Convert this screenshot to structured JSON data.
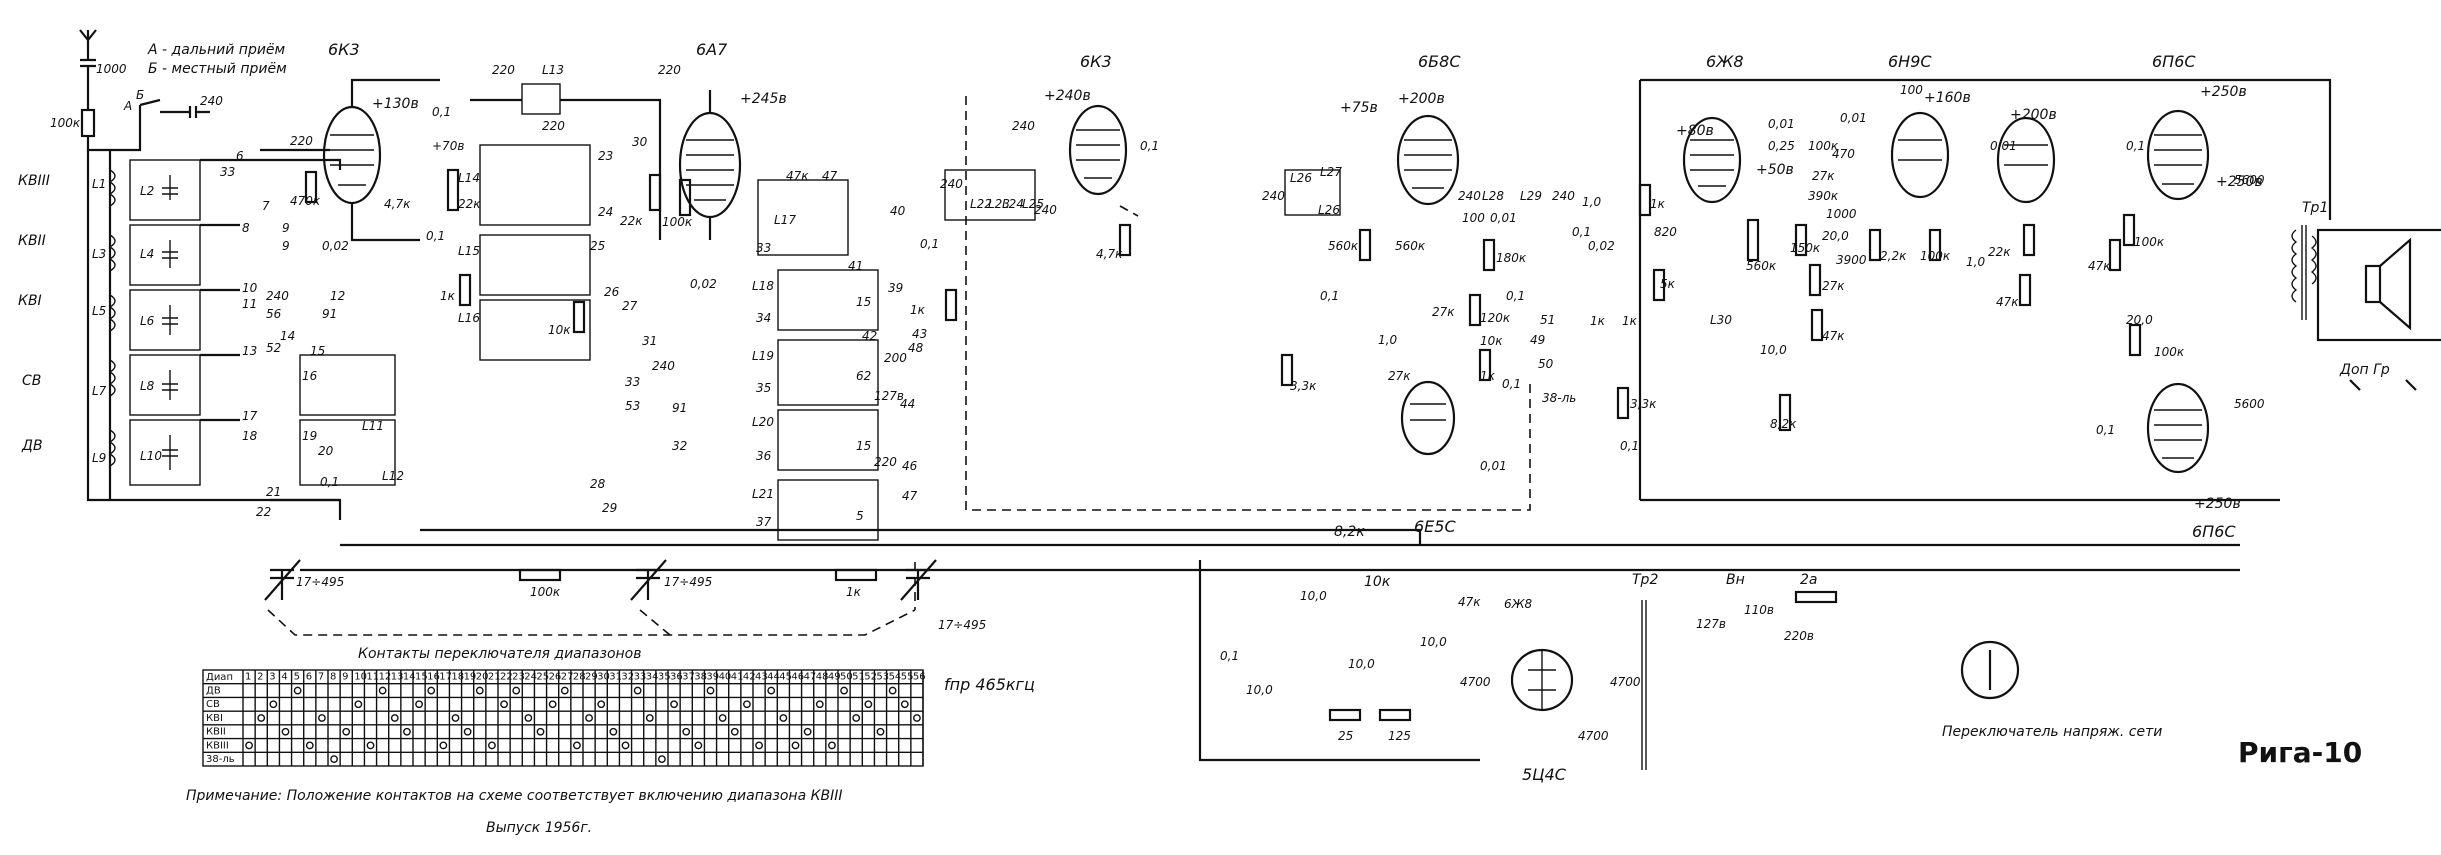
{
  "antenna": {
    "cap": "1000",
    "res": "100к",
    "switch_a": "А",
    "switch_b": "Б",
    "cap2": "240",
    "legend_a": "А - дальний приём",
    "legend_b": "Б - местный приём"
  },
  "bands": [
    "КВIII",
    "КВII",
    "КВI",
    "СВ",
    "ДВ"
  ],
  "coils": [
    "L1",
    "L2",
    "L3",
    "L4",
    "L5",
    "L6",
    "L7",
    "L8",
    "L9",
    "L10",
    "L11",
    "L12",
    "L13",
    "L14",
    "L15",
    "L16",
    "L17",
    "L18",
    "L19",
    "L20",
    "L21",
    "L22",
    "L23",
    "L24",
    "L25",
    "L26",
    "L27",
    "L28",
    "L29",
    "L30"
  ],
  "tubes": [
    {
      "type": "6К3",
      "anode": "+130в"
    },
    {
      "type": "6А7",
      "anode": "+245в"
    },
    {
      "type": "6К3",
      "anode": "+240в"
    },
    {
      "type": "6Б8С",
      "anode": "+200в"
    },
    {
      "type": "6Е5С",
      "anode": ""
    },
    {
      "type": "6Ж8",
      "anode": "+80в"
    },
    {
      "type": "6Н9С",
      "anode": "+160в"
    },
    {
      "type": "6П6С",
      "anode": "+250в"
    },
    {
      "type": "6П6С",
      "anode": "+250в"
    },
    {
      "type": "5Ц4С",
      "anode": ""
    }
  ],
  "voltages": [
    "+70в",
    "+75в",
    "+50в",
    "+200в",
    "+250в"
  ],
  "contacts": [
    "1",
    "2",
    "3",
    "4",
    "5",
    "6",
    "7",
    "8",
    "9",
    "10",
    "11",
    "12",
    "13",
    "14",
    "15",
    "16",
    "17",
    "18",
    "19",
    "20",
    "21",
    "22",
    "23",
    "24",
    "25",
    "26",
    "27",
    "28",
    "29",
    "30",
    "31",
    "32",
    "33",
    "34",
    "35",
    "36",
    "37",
    "38",
    "39",
    "40",
    "41",
    "42",
    "43",
    "44",
    "45",
    "46",
    "47",
    "48",
    "49",
    "50",
    "51",
    "52",
    "53",
    "54",
    "55",
    "56"
  ],
  "components": {
    "caps": [
      "220",
      "220",
      "220",
      "240",
      "0,1",
      "0,1",
      "0,02",
      "0,02",
      "33",
      "91",
      "56",
      "52",
      "240",
      "240",
      "240",
      "47",
      "62",
      "15",
      "15",
      "5",
      "200",
      "0,1",
      "0,01",
      "0,01",
      "0,02",
      "20,0",
      "10,0",
      "10,0",
      "10,0",
      "10,0",
      "4700",
      "4700",
      "5600",
      "5600",
      "3900",
      "1000",
      "100",
      "0,25",
      "0,01"
    ],
    "res": [
      "470к",
      "4,7к",
      "22к",
      "1к",
      "100к",
      "10к",
      "100к",
      "1к",
      "4,7к",
      "1к",
      "3,3к",
      "560к",
      "560к",
      "180к",
      "120к",
      "1,0",
      "27к",
      "820",
      "5к",
      "1к",
      "1к",
      "560к",
      "150к",
      "390к",
      "470",
      "27к",
      "8,2к",
      "2,2к",
      "22к",
      "47к",
      "47к",
      "100к",
      "100к",
      "3,3к",
      "8,2к",
      "10к",
      "47к",
      "25",
      "125"
    ],
    "var_caps": [
      "17÷495",
      "17÷495",
      "17÷495"
    ],
    "tr": [
      "Тр1",
      "Тр2"
    ],
    "speaker_out": "Доп Гр",
    "fuse": "2а",
    "switch_label": "Вн",
    "voltages_mains": [
      "127в",
      "110в",
      "220в"
    ],
    "tuning_ind": "38-ль"
  },
  "switch_table": {
    "title": "Контакты переключателя диапазонов",
    "header": "Диап",
    "rows": [
      {
        "band": "ДВ",
        "marks": [
          5,
          12,
          16,
          20,
          23,
          27,
          33,
          39,
          44,
          50,
          54
        ]
      },
      {
        "band": "СВ",
        "marks": [
          3,
          10,
          15,
          22,
          26,
          30,
          36,
          42,
          48,
          52,
          55
        ]
      },
      {
        "band": "КВI",
        "marks": [
          2,
          7,
          13,
          18,
          24,
          29,
          34,
          40,
          45,
          51,
          56
        ]
      },
      {
        "band": "КВII",
        "marks": [
          4,
          9,
          14,
          19,
          25,
          31,
          37,
          41,
          47,
          53
        ]
      },
      {
        "band": "КВIII",
        "marks": [
          1,
          6,
          11,
          17,
          21,
          28,
          32,
          38,
          43,
          46,
          49
        ]
      },
      {
        "band": "38-ль",
        "marks": [
          8,
          35
        ]
      }
    ]
  },
  "notes": {
    "if_freq": "fпр 465кгц",
    "footnote": "Примечание: Положение контактов на схеме соответствует включению диапазона КВIII",
    "issue": "Выпуск 1956г.",
    "mains_switch": "Переключатель напряж. сети",
    "brand": "Рига-10"
  }
}
